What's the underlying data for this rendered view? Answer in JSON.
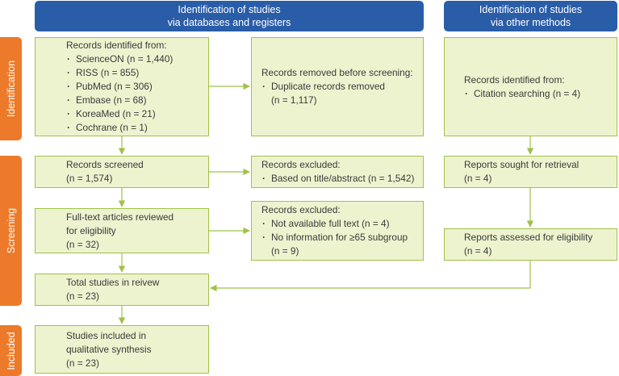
{
  "headers": {
    "databases": [
      "Identification of studies",
      "via databases and registers"
    ],
    "other": [
      "Identification of studies",
      "via other methods"
    ]
  },
  "phases": {
    "identification": "Identification",
    "screening": "Screening",
    "included": "Included"
  },
  "boxes": {
    "records_identified": {
      "title": "Records identified from:",
      "items": [
        "ScienceON (n = 1,440)",
        "RISS (n = 855)",
        "PubMed (n = 306)",
        "Embase (n = 68)",
        "KoreaMed (n = 21)",
        "Cochrane (n = 1)"
      ]
    },
    "records_removed": {
      "title": "Records removed before screening:",
      "items": [
        "Duplicate records removed"
      ],
      "note": "(n = 1,117)"
    },
    "other_identified": {
      "title": "Records identified from:",
      "items": [
        "Citation searching (n = 4)"
      ]
    },
    "records_screened": {
      "lines": [
        "Records screened",
        "(n = 1,574)"
      ]
    },
    "records_excluded_1": {
      "title": "Records excluded:",
      "items": [
        "Based on title/abstract (n = 1,542)"
      ]
    },
    "reports_sought": {
      "lines": [
        "Reports sought for retrieval",
        "(n = 4)"
      ]
    },
    "fulltext_reviewed": {
      "lines": [
        "Full-text articles reviewed",
        "for eligibility",
        "(n = 32)"
      ]
    },
    "records_excluded_2": {
      "title": "Records excluded:",
      "items": [
        "Not available full text (n = 4)",
        "No information for ≥65 subgroup"
      ],
      "note": "(n = 9)"
    },
    "reports_assessed": {
      "lines": [
        "Reports assessed for eligibility",
        "(n = 4)"
      ]
    },
    "total_studies": {
      "lines": [
        "Total studies in reivew",
        "(n = 23)"
      ]
    },
    "studies_included": {
      "lines": [
        "Studies included in",
        "qualitative synthesis",
        "(n = 23)"
      ]
    }
  },
  "colors": {
    "header_bg": "#2a5da8",
    "phase_bg": "#ec7a2a",
    "box_bg": "#eef3cf",
    "box_border": "#9fc14a",
    "arrow": "#9fc14a"
  }
}
